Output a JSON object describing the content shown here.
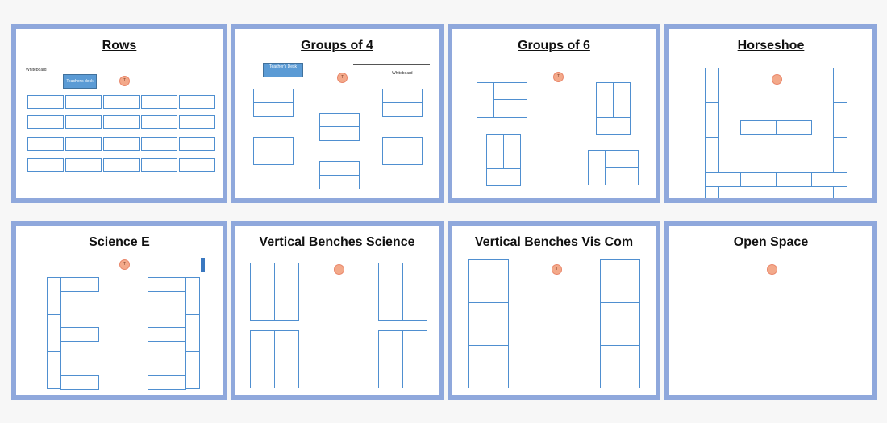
{
  "panels": {
    "rows": {
      "title": "Rows",
      "whiteboard": "Whiteboard",
      "teachers_desk": "Teacher's desk",
      "teacher": "T"
    },
    "groups4": {
      "title": "Groups of 4",
      "whiteboard": "Whiteboard",
      "teachers_desk": "Teacher's Desk",
      "teacher": "T"
    },
    "groups6": {
      "title": "Groups of 6",
      "teacher": "T"
    },
    "horseshoe": {
      "title": "Horseshoe",
      "teacher": "T"
    },
    "science_e": {
      "title": "Science E",
      "teacher": "T"
    },
    "vb_science": {
      "title": "Vertical Benches Science",
      "teacher": "T"
    },
    "vb_viscom": {
      "title": "Vertical Benches Vis Com",
      "teacher": "T"
    },
    "open_space": {
      "title": "Open Space",
      "teacher": "T"
    }
  },
  "colors": {
    "panel_border": "#8fa8dc",
    "desk_outline": "#4f8fd0",
    "teacher_marker": "#f3a98a",
    "teacher_desk": "#5b9bd5"
  }
}
